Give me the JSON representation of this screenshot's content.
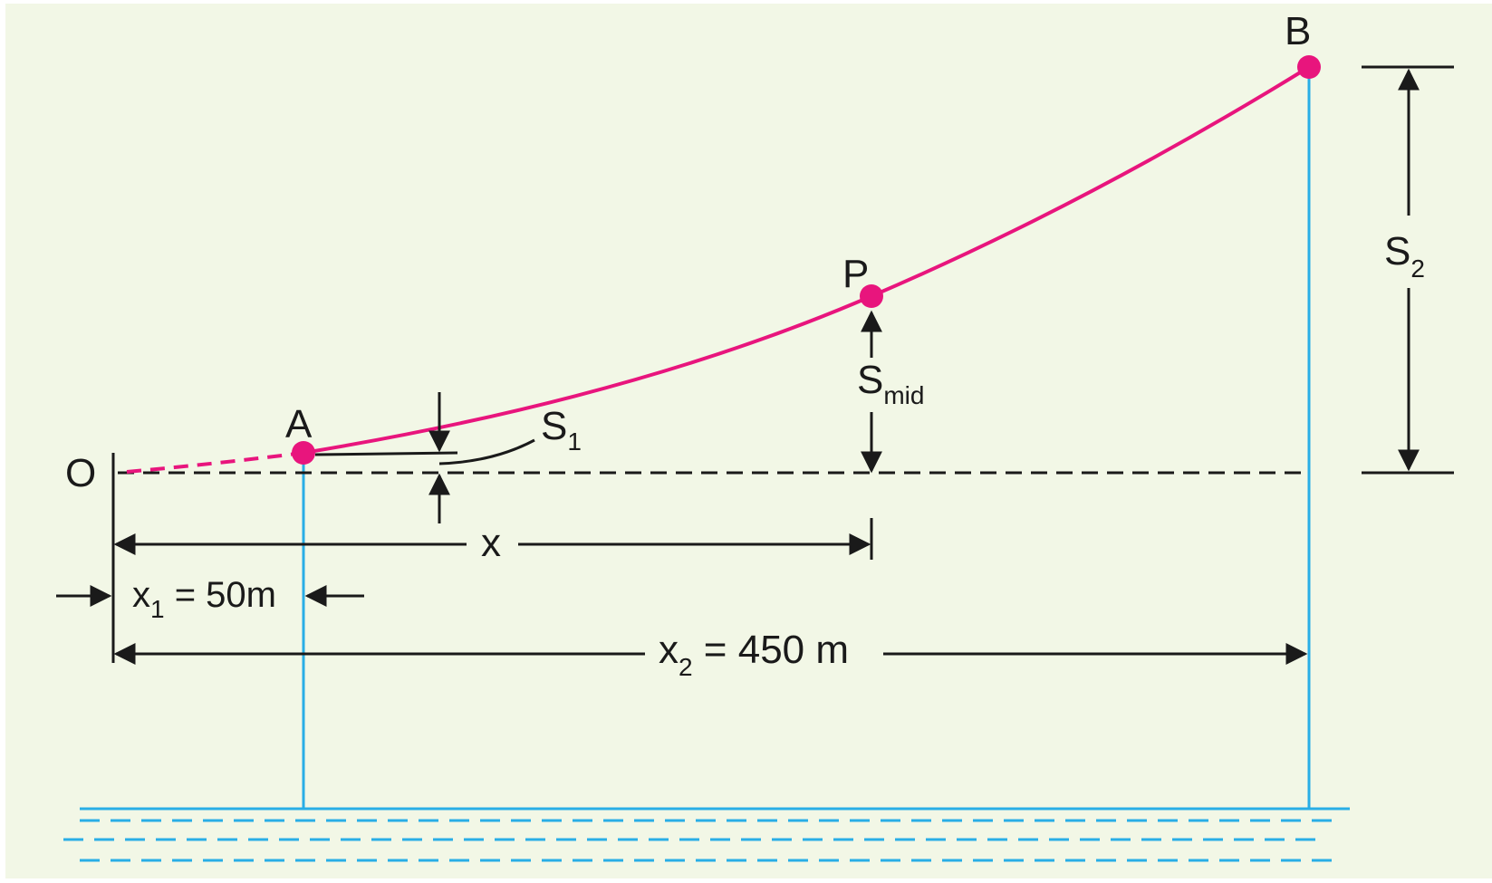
{
  "points": {
    "origin": "O",
    "a": "A",
    "p": "P",
    "b": "B"
  },
  "labels": {
    "s1": {
      "main": "S",
      "sub": "1"
    },
    "s2": {
      "main": "S",
      "sub": "2"
    },
    "smid": {
      "main": "S",
      "sub": "mid"
    },
    "x": "x",
    "x1": {
      "main": "x",
      "sub": "1",
      "rest": " = 50m"
    },
    "x2": {
      "main": "x",
      "sub": "2",
      "rest": " = 450 m"
    }
  },
  "colors": {
    "background": "#f2f7e6",
    "conductor": "#e8157d",
    "support": "#29aee6",
    "water": "#29aee6",
    "dimension": "#1a1a1a"
  }
}
